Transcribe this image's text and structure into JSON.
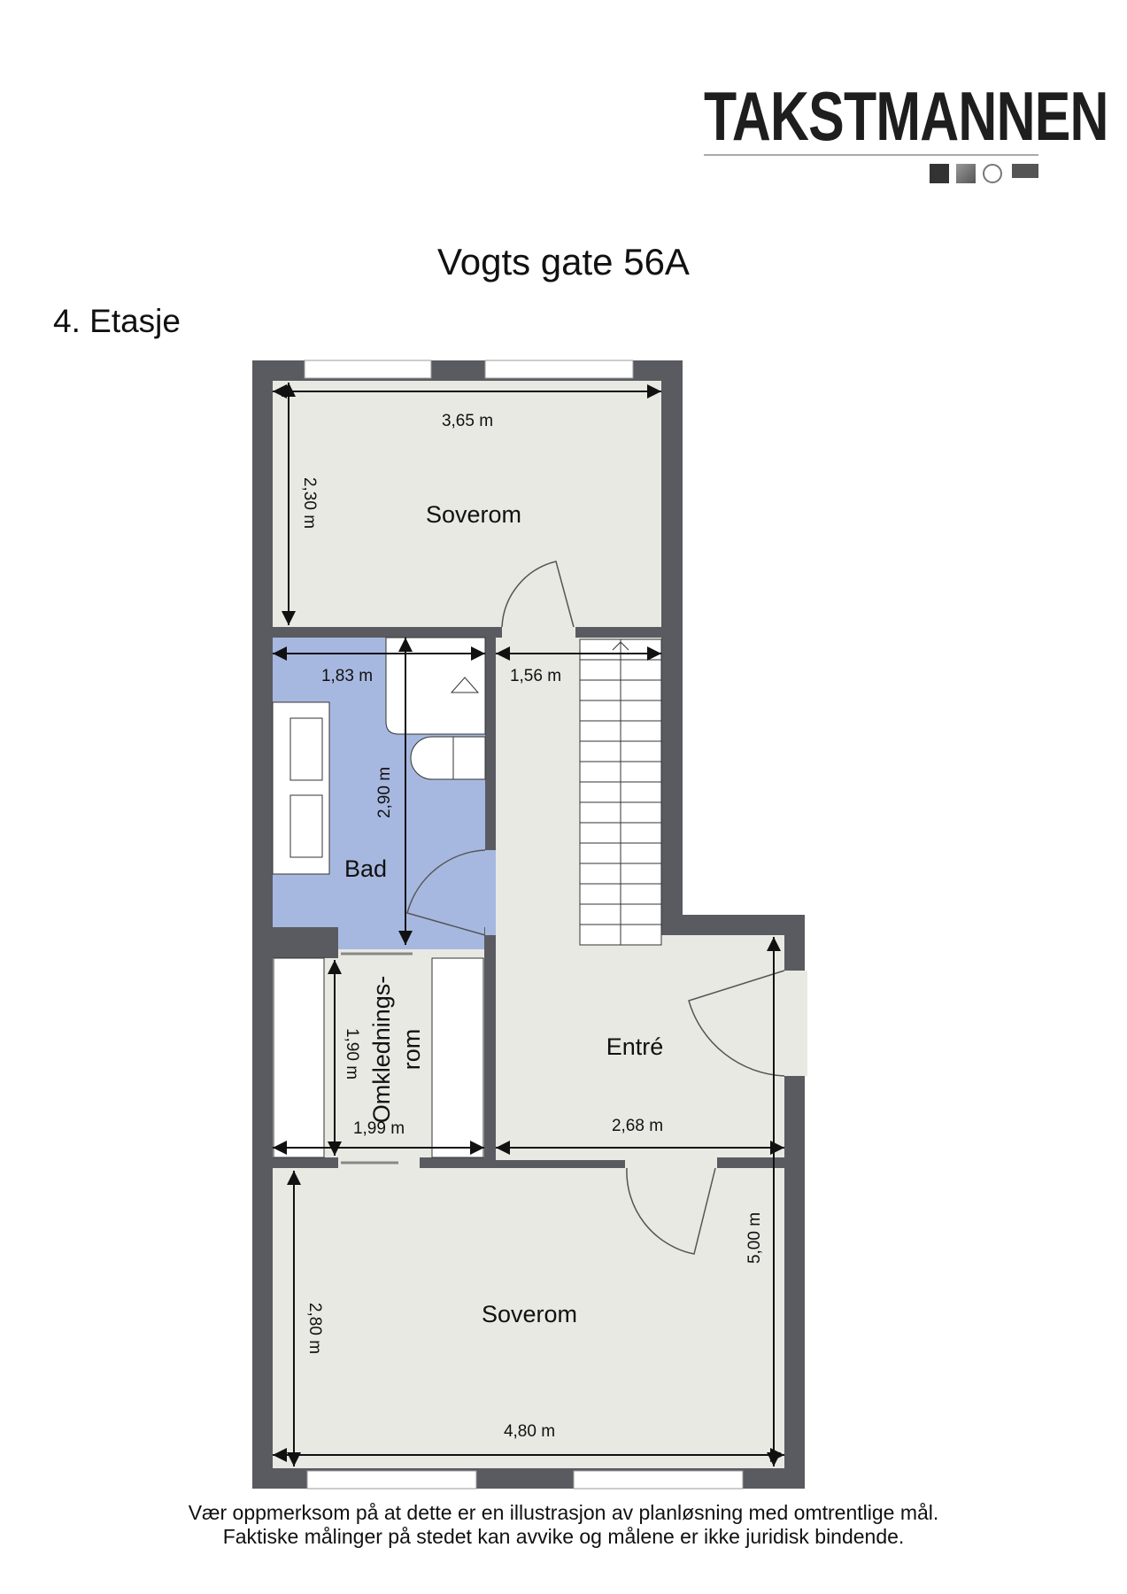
{
  "logo": {
    "brand": "TAKSTMANNEN",
    "badges": [
      "norsk-takst-badge-1",
      "badge-2",
      "badge-3",
      "Norsk takst"
    ]
  },
  "title": "Vogts gate 56A",
  "floor_label": "4. Etasje",
  "rooms": {
    "soverom_top": "Soverom",
    "bad": "Bad",
    "omkledning_line1": "Omklednings-",
    "omkledning_line2": "rom",
    "entre": "Entré",
    "soverom_bottom": "Soverom"
  },
  "dimensions": {
    "soverom_top_width": "3,65 m",
    "soverom_top_depth": "2,30 m",
    "bad_width": "1,83 m",
    "hall_width": "1,56 m",
    "bad_depth": "2,90 m",
    "omkledning_depth": "1,90 m",
    "omkledning_width": "1,99 m",
    "entre_width": "2,68 m",
    "entre_depth": "5,00 m",
    "soverom_bottom_depth": "2,80 m",
    "soverom_bottom_width": "4,80 m"
  },
  "colors": {
    "wall": "#5a5b60",
    "floor": "#e8e9e3",
    "bathroom": "#a7b8e0"
  },
  "footer": {
    "line1": "Vær oppmerksom på at dette er en illustrasjon av planløsning med omtrentlige mål.",
    "line2": "Faktiske målinger på stedet kan avvike og målene er ikke juridisk bindende."
  }
}
